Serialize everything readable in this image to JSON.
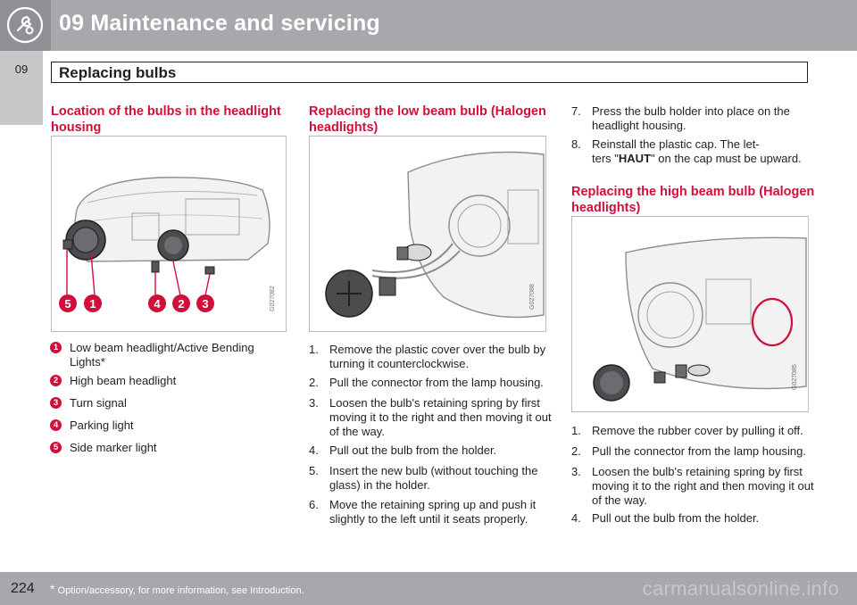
{
  "header": {
    "chapter_title": "09 Maintenance and servicing",
    "icon": "wrench-gear-icon"
  },
  "side_tab": {
    "label": "09"
  },
  "section": {
    "title": "Replacing bulbs"
  },
  "col1": {
    "heading_line1": "Location of the bulbs in the headlight",
    "heading_line2": "housing",
    "figure_code": "G027082",
    "callouts": [
      "5",
      "1",
      "4",
      "2",
      "3"
    ],
    "legend": [
      {
        "num": "1",
        "line1": "Low beam headlight/Active Bending",
        "line2": "Lights*"
      },
      {
        "num": "2",
        "line1": "High beam headlight",
        "line2": ""
      },
      {
        "num": "3",
        "line1": "Turn signal",
        "line2": ""
      },
      {
        "num": "4",
        "line1": "Parking light",
        "line2": ""
      },
      {
        "num": "5",
        "line1": "Side marker light",
        "line2": ""
      }
    ]
  },
  "col2": {
    "heading_line1": "Replacing the low beam bulb (Halogen",
    "heading_line2": "headlights)",
    "figure_code": "G027088",
    "steps": [
      {
        "num": "1.",
        "line1": "Remove the plastic cover over the bulb by",
        "line2": "turning it counterclockwise."
      },
      {
        "num": "2.",
        "line1": "Pull the connector from the lamp housing.",
        "line2": ""
      },
      {
        "num": "3.",
        "line1": "Loosen the bulb's retaining spring by first",
        "line2": "moving it to the right and then moving it out",
        "line3": "of the way."
      },
      {
        "num": "4.",
        "line1": "Pull out the bulb from the holder.",
        "line2": ""
      },
      {
        "num": "5.",
        "line1": "Insert the new bulb (without touching the",
        "line2": "glass) in the holder."
      },
      {
        "num": "6.",
        "line1": "Move the retaining spring up and push it",
        "line2": "slightly to the left until it seats properly."
      }
    ]
  },
  "col3": {
    "steps_top": [
      {
        "num": "7.",
        "line1": "Press the bulb holder into place on the",
        "line2": "headlight housing."
      },
      {
        "num": "8.",
        "line1": "Reinstall the plastic cap. The let-",
        "line2_pre": "ters \"",
        "line2_bold": "HAUT",
        "line2_post": "\" on the cap must be upward."
      }
    ],
    "heading_line1": "Replacing the high beam bulb (Halogen",
    "heading_line2": "headlights)",
    "figure_code": "G027085",
    "steps": [
      {
        "num": "1.",
        "line1": "Remove the rubber cover by pulling it off.",
        "line2": ""
      },
      {
        "num": "2.",
        "line1": "Pull the connector from the lamp housing.",
        "line2": ""
      },
      {
        "num": "3.",
        "line1": "Loosen the bulb's retaining spring by first",
        "line2": "moving it to the right and then moving it out",
        "line3": "of the way."
      },
      {
        "num": "4.",
        "line1": "Pull out the bulb from the holder.",
        "line2": ""
      }
    ]
  },
  "footer": {
    "page_number": "224",
    "footnote_star": "*",
    "footnote_text": " Option/accessory, for more information, see Introduction.",
    "watermark": "carmanualsonline.info"
  },
  "colors": {
    "accent": "#d0103a",
    "band": "#a6a8ab",
    "tab": "#c7c8ca"
  }
}
